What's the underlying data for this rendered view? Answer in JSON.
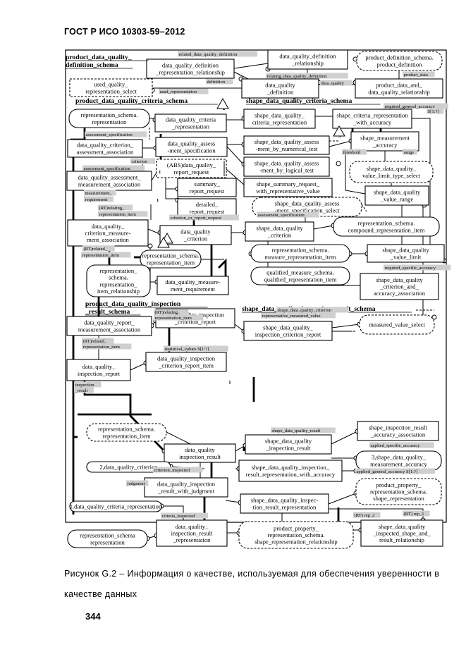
{
  "header": {
    "title": "ГОСТ Р ИСО 10303-59–2012"
  },
  "caption": {
    "line1": "Рисунок G.2 – Информация о качестве, используемая для обеспечения уверенности в",
    "line2": "качестве данных"
  },
  "page_number": "344",
  "diagram": {
    "titles": [
      [
        "product_data_quality_",
        "definition_schema"
      ],
      [
        "product_data_quality_criteria_schema"
      ],
      [
        "shape_data_quality_criteria_schema"
      ],
      [
        "product_data_quality_inspection",
        "_result_schema"
      ],
      [
        "shape_data_quality_inspection_result_schema"
      ]
    ],
    "entities": [
      [
        "data_quality_definition",
        "_representation_relationship"
      ],
      [
        "data_quality_definition",
        "_relationship"
      ],
      [
        "product_definition_schema.",
        "product_definition"
      ],
      [
        "used_quality_",
        "representation_select"
      ],
      [
        "data_quality",
        "_definition"
      ],
      [
        "product_data_and_",
        "data_quality_relationship"
      ],
      [
        "representation_schema.",
        "representation"
      ],
      [
        "data_quality_criteria",
        "_representation"
      ],
      [
        "shape_data_quality_",
        "criteria_representation"
      ],
      [
        "shape_criteria_representation",
        "_with_accuracy"
      ],
      [
        "data_quality_criterion_",
        "assessment_association"
      ],
      [
        "data_quality_assess",
        "-ment_specification"
      ],
      [
        "shape_data_quality_assess",
        "-ment_by_numerical_test"
      ],
      [
        "shape_measurement",
        "_accuracy"
      ],
      [
        "data_quality_assessment_",
        "measurement_association"
      ],
      [
        "(ABS)data_quality_",
        "report_request"
      ],
      [
        "shape_data_quality_assess",
        "-ment_by_logical_test"
      ],
      [
        "shape_data_quality_",
        "value_limit_type_select"
      ],
      [
        "summary_",
        "report_request"
      ],
      [
        "shape_summary_request_",
        "with_representative_value"
      ],
      [
        "shape_data_quality",
        "_value_range"
      ],
      [
        "detailed_",
        "report_request"
      ],
      [
        "shape_data_quality_assess",
        "-ment_specification_select"
      ],
      [
        "data_quality_",
        "criterion_measure-",
        "ment_association"
      ],
      [
        "data_quality",
        "_criterion"
      ],
      [
        "shape_data_quality",
        "_criterion"
      ],
      [
        "representation_schema.",
        "compound_representation_item"
      ],
      [
        "representation_schema.",
        "representation_item"
      ],
      [
        "representation_schema.",
        "measure_representation_item"
      ],
      [
        "shape_data_quality",
        "_value_limit"
      ],
      [
        "representation_",
        "schema.",
        "representation_",
        "item_relationship"
      ],
      [
        "qualified_measure_schema.",
        "qualified_representation_item"
      ],
      [
        "data_quality_measure-",
        "ment_requirement"
      ],
      [
        "shape_data_quality",
        "_criterion_and_",
        "accuracy_association"
      ],
      [
        "data_quality_report_",
        "measurement_association"
      ],
      [
        "data_quality_inspection",
        "_criterion_report"
      ],
      [
        "shape_data_quality_",
        "inspection_criterion_report"
      ],
      [
        "measured_value_select"
      ],
      [
        "data_quality_",
        "inspection_report"
      ],
      [
        "data_quality_inspection",
        "_criterion_report_item"
      ],
      [
        "representation_schema.",
        "representation_item"
      ],
      [
        "shape_inspection_result",
        "_accuracy_association"
      ],
      [
        "data_quality",
        "inspection_result"
      ],
      [
        "shape_data_quality",
        "_inspection_result"
      ],
      [
        "2,data_quality_criterion"
      ],
      [
        "3,shape_data_quality_",
        "measurement_accuracy"
      ],
      [
        "shape_data_quality_inspection_",
        "result_representation_with_accuracy"
      ],
      [
        "product_property_",
        "representation_schema.",
        "shape_representation"
      ],
      [
        "data_quality_inspection",
        "_result_with_judgment"
      ],
      [
        "1.data_quality_criteria_representation"
      ],
      [
        "shape_data_quality_inspec-",
        "tion_result_representation"
      ],
      [
        "representation_schema",
        "representation"
      ],
      [
        "data_quality_",
        "inspection_result",
        "_representation"
      ],
      [
        "product_property_",
        "representation_schema.",
        "shape_representation_relationship"
      ],
      [
        "shape_data_quality",
        "_inspected_shape_and_",
        "result_relationship"
      ]
    ],
    "labels": [
      "related_data_quality_definition",
      "relating_data_quality_definition",
      "definition",
      "product_data",
      "data_quality",
      "used_representation",
      "required_general_accuracy",
      "S[1:?]",
      "assessment_specification",
      "criterion",
      "assessment_specification",
      "threshold",
      "range",
      "measurement_",
      "requirement",
      "(RT)relating_",
      "representation_item",
      "criterion_or_report_request",
      "assessment_specification",
      "(RT)related_",
      "representation_item",
      "required_specific_accuracy",
      "shape_data_quality_criterion",
      "(RT)relating_",
      "representation_item",
      "representative_measured_value",
      "(RT)related_",
      "representation_item",
      "statistical_values S[1:?]",
      "inspection",
      "_result",
      "shape_data_quality_result",
      "applied_specific_accuracy",
      "criterion_inspected",
      "applied_general_accuracy S[1:?]",
      "judgment",
      "criteria_inspected",
      "(RT) rep_2",
      "(RT) rep_1",
      "1",
      "1",
      "2",
      "3"
    ]
  }
}
